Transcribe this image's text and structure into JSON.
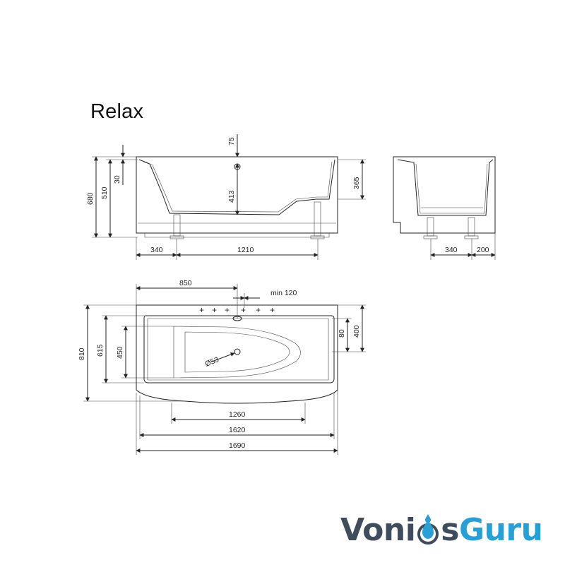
{
  "title": "Relax",
  "side_view": {
    "heights": {
      "total": "680",
      "rim_to_floor": "510",
      "rim_offset": "30",
      "overflow_top": "75",
      "overflow_depth": "413",
      "right_height": "365"
    },
    "lengths": {
      "left": "340",
      "middle": "1210"
    }
  },
  "end_view": {
    "lengths": {
      "a": "340",
      "b": "200"
    }
  },
  "top_view": {
    "dims": {
      "overflow_pos": "850",
      "tap_spacing": "min 120",
      "total_width": "810",
      "inner_width": "615",
      "drain_width": "450",
      "rim_offset": "80",
      "right_width": "400",
      "drain_diameter": "Ø53",
      "bottom_1": "1260",
      "bottom_2": "1620",
      "bottom_3": "1690"
    }
  },
  "logo": {
    "part1": "Voni",
    "part2": "s",
    "part3": "Guru",
    "colors": {
      "dark": "#3f4c5c",
      "accent": "#2a9fd6"
    }
  }
}
